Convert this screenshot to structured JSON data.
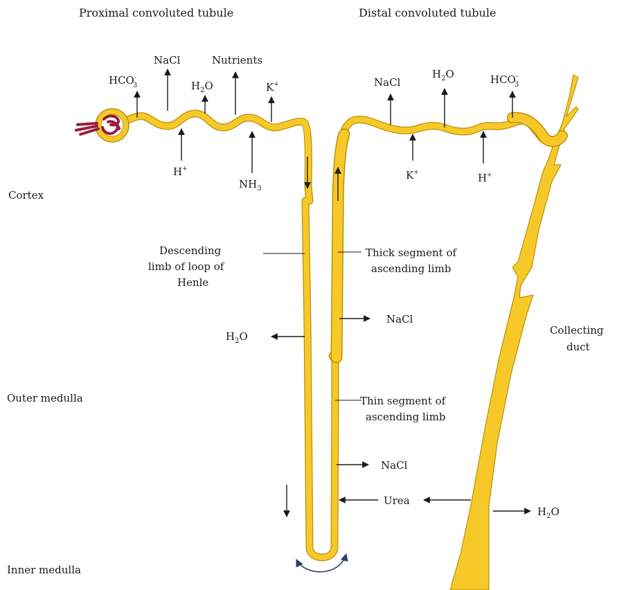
{
  "titles": {
    "pct": "Proximal convoluted tubule",
    "dct": "Distal convoluted tubule"
  },
  "zones": {
    "cortex": "Cortex",
    "outer": "Outer medulla",
    "inner": "Inner medulla"
  },
  "parts": {
    "descending_1": "Descending",
    "descending_2": "limb of loop of",
    "descending_3": "Henle",
    "thick_1": "Thick segment of",
    "thick_2": "ascending limb",
    "thin_1": "Thin segment of",
    "thin_2": "ascending limb",
    "collecting_1": "Collecting",
    "collecting_2": "duct"
  },
  "substances": {
    "pct_hco3": "HCO",
    "pct_hco3_sub": "3",
    "pct_hco3_sup": "-",
    "pct_nacl": "NaCl",
    "pct_h2o": "H",
    "pct_h2o_sub": "2",
    "pct_h2o_end": "O",
    "pct_nutrients": "Nutrients",
    "pct_k": "K",
    "pct_k_sup": "+",
    "pct_h": "H",
    "pct_h_sup": "+",
    "pct_nh3": "NH",
    "pct_nh3_sub": "3",
    "dct_nacl": "NaCl",
    "dct_h2o": "H",
    "dct_h2o_sub": "2",
    "dct_h2o_end": "O",
    "dct_hco3": "HCO",
    "dct_hco3_sub": "3",
    "dct_hco3_sup": "-",
    "dct_k": "K",
    "dct_k_sup": "+",
    "dct_h": "H",
    "dct_h_sup": "+",
    "desc_h2o": "H",
    "desc_h2o_sub": "2",
    "desc_h2o_end": "O",
    "thick_nacl": "NaCl",
    "thin_nacl": "NaCl",
    "urea": "Urea",
    "cd_h2o": "H",
    "cd_h2o_sub": "2",
    "cd_h2o_end": "O"
  },
  "colors": {
    "tubule_fill": "#f7c928",
    "tubule_edge": "#b8900a",
    "glomerulus": "#9c1b3c",
    "flow_arrow": "#2a3f6b",
    "text": "#1a1a1a"
  }
}
